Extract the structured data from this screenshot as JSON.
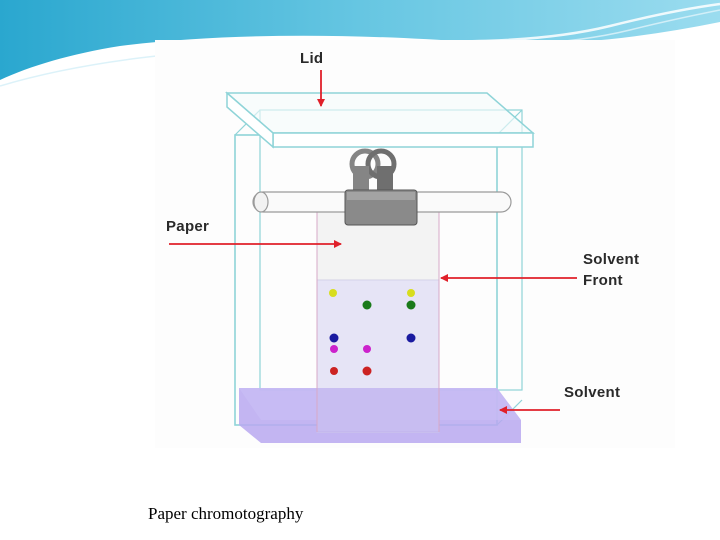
{
  "diagram": {
    "labels": {
      "lid": "Lid",
      "paper": "Paper",
      "solvent_front_line1": "Solvent",
      "solvent_front_line2": "Front",
      "solvent": "Solvent"
    },
    "spot_colors": {
      "yellow": "#d8dd1e",
      "green": "#1a7a1a",
      "blue": "#1a1aa0",
      "magenta": "#cc22cc",
      "red": "#cc2222"
    },
    "arrow_color": "#e0202a",
    "tank_edge_color": "#8fd4d8",
    "solvent_color": "#b8a8f0",
    "paper_color": "#f3f3f3",
    "wet_paper_color": "#e6e4f6",
    "clip_color": "#858585"
  },
  "caption": "Paper chromotography"
}
